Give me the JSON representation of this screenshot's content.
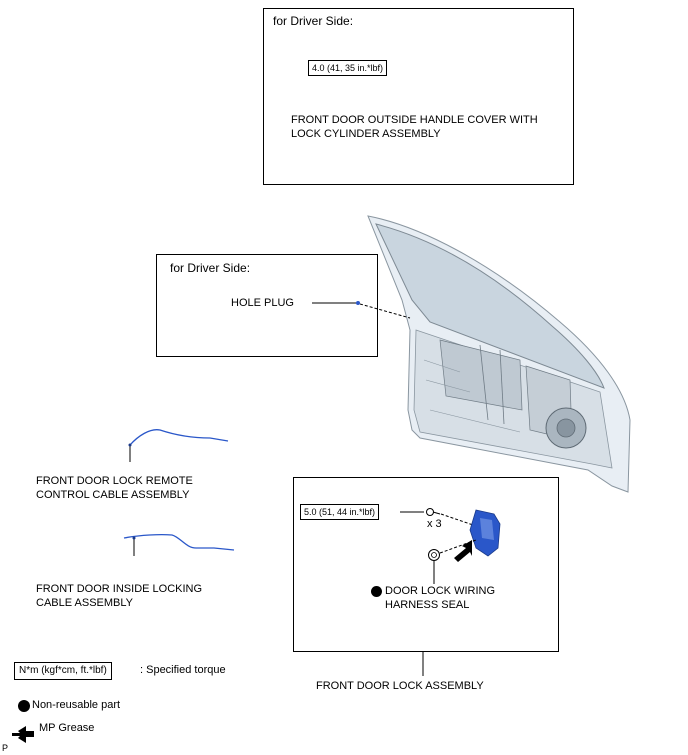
{
  "top_box": {
    "title": "for Driver Side:",
    "torque": "4.0 (41, 35 in.*lbf)",
    "part_line1": "FRONT DOOR OUTSIDE HANDLE COVER WITH",
    "part_line2": "LOCK CYLINDER ASSEMBLY"
  },
  "hole_plug_box": {
    "title": "for Driver Side:",
    "part": "HOLE PLUG"
  },
  "remote_cable": {
    "line1": "FRONT DOOR LOCK REMOTE",
    "line2": "CONTROL CABLE ASSEMBLY"
  },
  "inside_cable": {
    "line1": "FRONT DOOR INSIDE LOCKING",
    "line2": "CABLE ASSEMBLY"
  },
  "lock_box": {
    "torque": "5.0 (51, 44 in.*lbf)",
    "quantity": "x 3",
    "seal_line1": "DOOR LOCK WIRING",
    "seal_line2": "HARNESS SEAL",
    "part": "FRONT DOOR LOCK ASSEMBLY"
  },
  "legend": {
    "torque_unit": "N*m (kgf*cm, ft.*lbf)",
    "torque_desc": ": Specified torque",
    "nonreusable": "Non-reusable part",
    "grease": "MP Grease"
  },
  "footer_code": "P",
  "colors": {
    "part_blue": "#2a57c9",
    "door_fill": "#e8eef4",
    "glass": "#c9d5df"
  }
}
